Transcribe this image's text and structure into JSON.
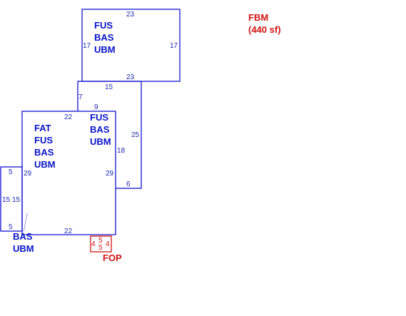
{
  "colors": {
    "section": "#1414d2",
    "label_blue": "#0a14c8",
    "label_red": "#d21414"
  },
  "summary": {
    "code": "FBM",
    "area": "(440 sf)"
  },
  "top_section": {
    "labels": [
      "FUS",
      "BAS",
      "UBM"
    ],
    "dims": {
      "top": "23",
      "bottom": "23",
      "left": "17",
      "right": "17"
    }
  },
  "middle_section": {
    "labels": [
      "FUS",
      "BAS",
      "UBM"
    ],
    "dims": {
      "top": "15",
      "left": "7",
      "inner_top": "9",
      "right": "25",
      "inner_left": "18",
      "bottom_right": "6"
    }
  },
  "main_section": {
    "labels": [
      "FAT",
      "FUS",
      "BAS",
      "UBM"
    ],
    "dims": {
      "top": "22",
      "bottom": "22",
      "left": "29",
      "right": "29"
    }
  },
  "left_section": {
    "labels": [
      "BAS",
      "UBM"
    ],
    "dims": {
      "top": "5",
      "bottom": "5",
      "left": "15",
      "right": "15"
    }
  },
  "porch": {
    "label": "FOP",
    "dims": {
      "left": "4",
      "top": "5",
      "bottom": "5",
      "right": "4"
    }
  }
}
